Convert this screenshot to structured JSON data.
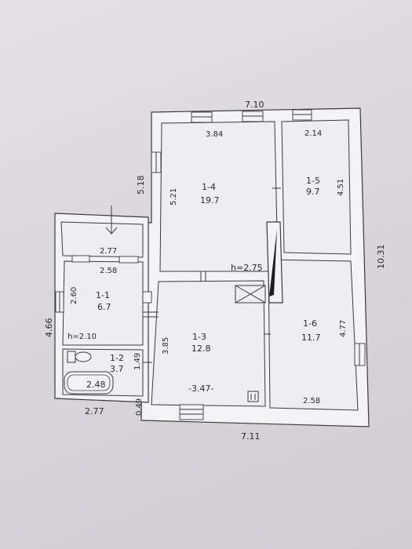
{
  "overall": {
    "top_width": "7.10",
    "bottom_width": "7.11",
    "right_length": "10.31",
    "left_length": "5.18",
    "annex_left": "4.66",
    "annex_bottom": "2.77",
    "annex_bottom_gap": "0.49",
    "annex_right_short": "1.49"
  },
  "rooms": {
    "r14": {
      "id": "1-4",
      "area": "19.7",
      "width": "3.84",
      "length": "5.21"
    },
    "r15": {
      "id": "1-5",
      "area": "9.7",
      "width": "2.14",
      "length": "4.51"
    },
    "r11": {
      "id": "1-1",
      "area": "6.7",
      "outer_width": "2.77",
      "width": "2.58",
      "length": "2.60",
      "height": "h=2.10"
    },
    "r12": {
      "id": "1-2",
      "area": "3.7",
      "bath": "2.48"
    },
    "r13": {
      "id": "1-3",
      "area": "12.8",
      "length": "3.85",
      "level": "-3.47-"
    },
    "r16": {
      "id": "1-6",
      "area": "11.7",
      "width": "2.58",
      "length": "4.77"
    }
  },
  "main_height": "h=2.75"
}
